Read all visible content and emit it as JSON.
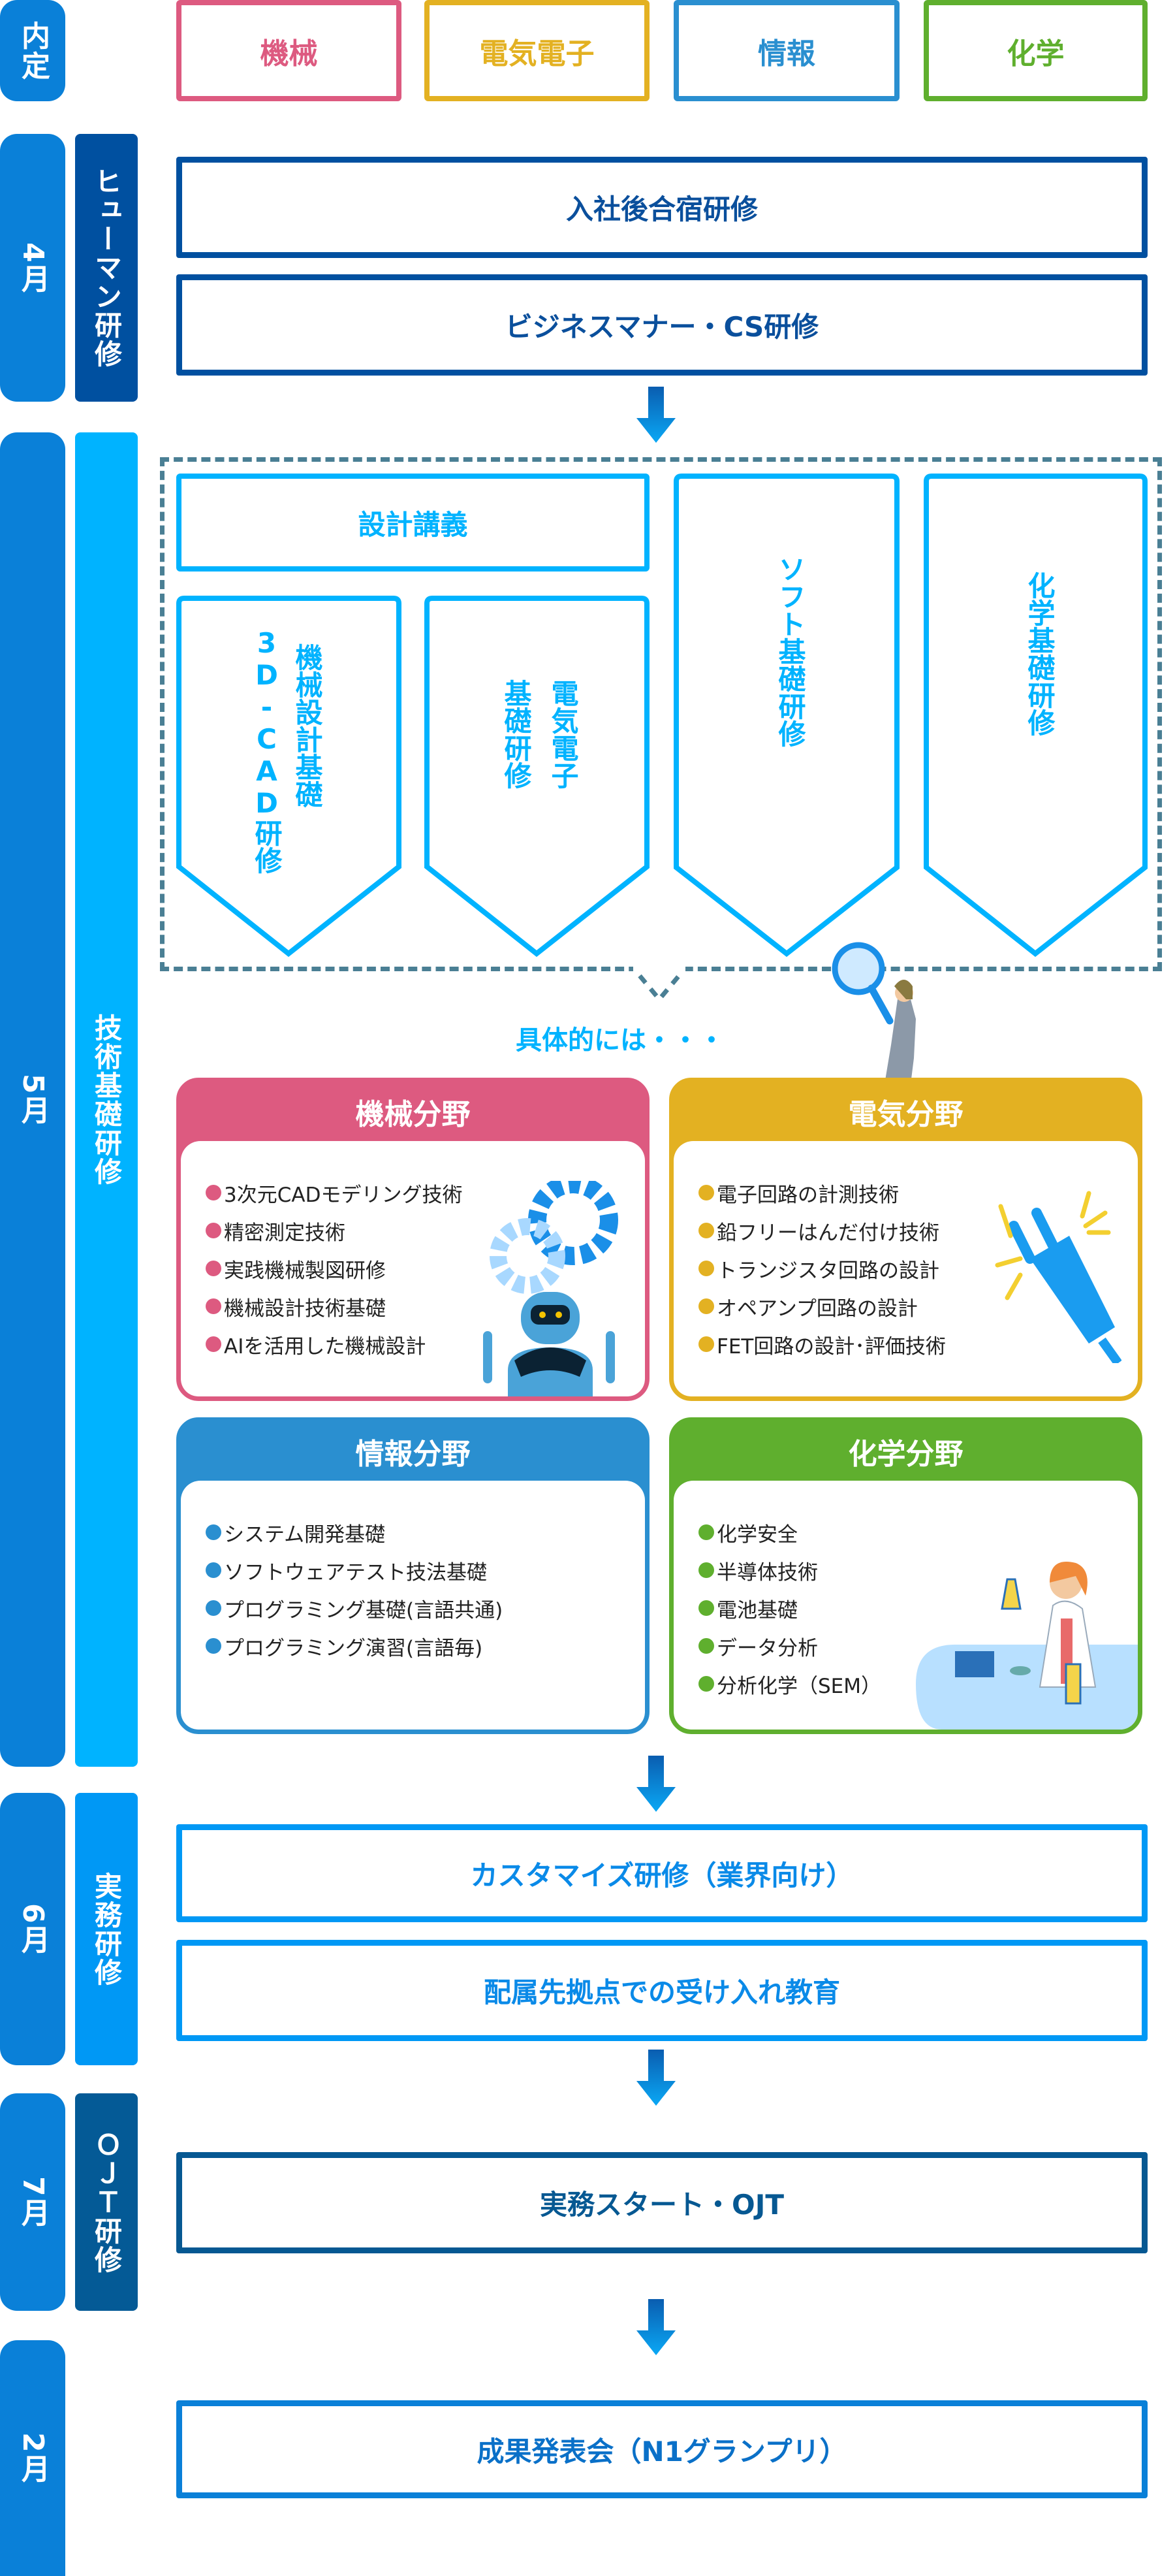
{
  "header": {
    "naitei": "内定",
    "fields": [
      "機械",
      "電気電子",
      "情報",
      "化学"
    ]
  },
  "colors": {
    "mech": "#dd5a80",
    "elec": "#e3b122",
    "info": "#2a8fd0",
    "chem": "#5faf2e",
    "month": "#0a80d8",
    "human": "#0050a0",
    "tech": "#00b3ff",
    "practice": "#0098f5",
    "ojt": "#045a96"
  },
  "april": {
    "month": "4月",
    "category": "ヒューマン研修",
    "steps": [
      "入社後合宿研修",
      "ビジネスマナー・CS研修"
    ]
  },
  "may": {
    "month": "5月",
    "category": "技術基礎研修",
    "lecture": "設計講義",
    "courses": [
      "機械設計基礎",
      "3D-CAD研修",
      "電気電子",
      "基礎研修",
      "ソフト基礎研修",
      "化学基礎研修"
    ],
    "concretely": "具体的には・・・",
    "cards": [
      {
        "title": "機械分野",
        "items": [
          "3次元CADモデリング技術",
          "精密測定技術",
          "実践機械製図研修",
          "機械設計技術基礎",
          "AIを活用した機械設計"
        ]
      },
      {
        "title": "電気分野",
        "items": [
          "電子回路の計測技術",
          "鉛フリーはんだ付け技術",
          "トランジスタ回路の設計",
          "オペアンプ回路の設計",
          "FET回路の設計･評価技術"
        ]
      },
      {
        "title": "情報分野",
        "items": [
          "システム開発基礎",
          "ソフトウェアテスト技法基礎",
          "プログラミング基礎(言語共通)",
          "プログラミング演習(言語毎)"
        ]
      },
      {
        "title": "化学分野",
        "items": [
          "化学安全",
          "半導体技術",
          "電池基礎",
          "データ分析",
          "分析化学（SEM）"
        ]
      }
    ]
  },
  "june": {
    "month": "6月",
    "category": "実務研修",
    "steps": [
      "カスタマイズ研修（業界向け）",
      "配属先拠点での受け入れ教育"
    ]
  },
  "july": {
    "month": "7月",
    "category": "ＯＪＴ研修",
    "steps": [
      "実務スタート・OJT"
    ]
  },
  "feb": {
    "month": "2月",
    "steps": [
      "成果発表会（N1グランプリ）"
    ]
  }
}
